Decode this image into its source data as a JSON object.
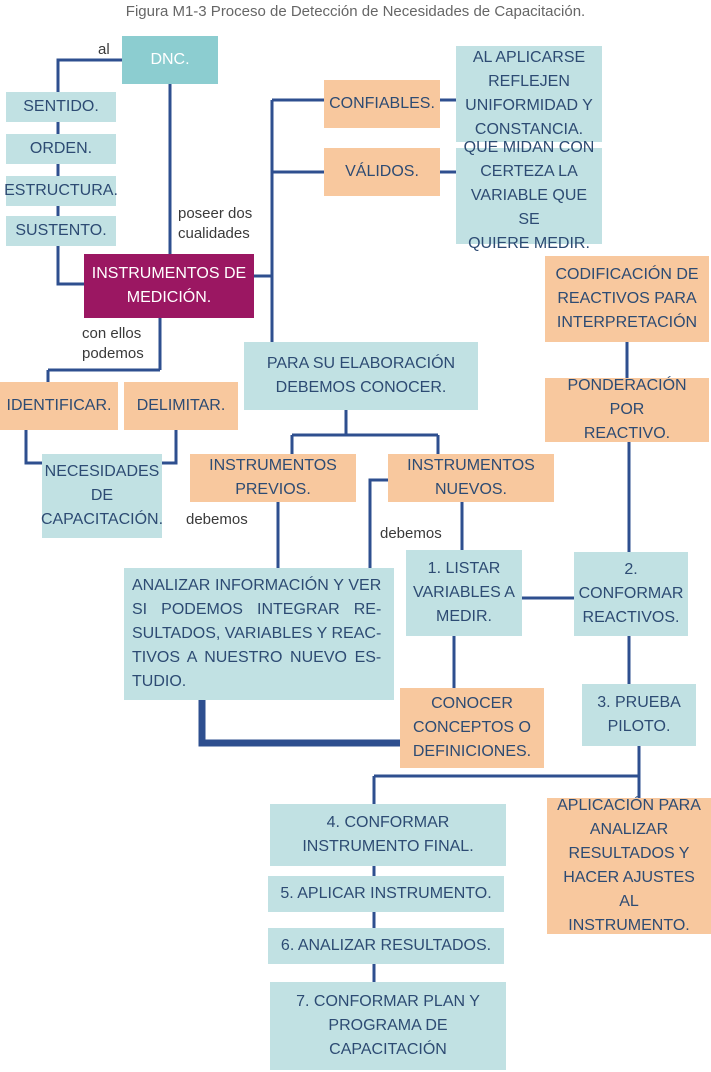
{
  "figure_title": "Figura M1-3 Proceso de Detección de Necesidades de Capacitación.",
  "colors": {
    "line": "#2e4f8f",
    "teal_box": "#c1e1e3",
    "orange_box": "#f8c89e",
    "dnc_box": "#8ccdd0",
    "magenta_box": "#9b1762",
    "box_text": "#2d4b73"
  },
  "nodes": {
    "dnc": "DNC.",
    "sentido": "SENTIDO.",
    "orden": "ORDEN.",
    "estructura": "ESTRUCTURA.",
    "sustento": "SUSTENTO.",
    "instrumentos_medicion": "INSTRUMENTOS DE\nMEDICIÓN.",
    "confiables": "CONFIABLES.",
    "confiables_desc": "AL APLICARSE\nREFLEJEN\nUNIFORMIDAD Y\nCONSTANCIA.",
    "validos": "VÁLIDOS.",
    "validos_desc": "QUE MIDAN CON\nCERTEZA LA\nVARIABLE QUE SE\nQUIERE MEDIR.",
    "identificar": "IDENTIFICAR.",
    "delimitar": "DELIMITAR.",
    "necesidades": "NECESIDADES\nDE\nCAPACITACIÓN.",
    "elaboracion": "PARA SU ELABORACIÓN\nDEBEMOS CONOCER.",
    "inst_previos": "INSTRUMENTOS\nPREVIOS.",
    "inst_nuevos": "INSTRUMENTOS\nNUEVOS.",
    "analizar_info": "ANALIZAR INFORMACIÓN Y VER\nSI PODEMOS INTEGRAR RE-\nSULTADOS, VARIABLES Y REAC-\nTIVOS A NUESTRO NUEVO ES-\nTUDIO.",
    "listar": "1. LISTAR\nVARIABLES A\nMEDIR.",
    "conformar_reactivos": "2.\nCONFORMAR\nREACTIVOS.",
    "conocer_conceptos": "CONOCER\nCONCEPTOS O\nDEFINICIONES.",
    "codificacion": "CODIFICACIÓN DE\nREACTIVOS PARA\nINTERPRETACIÓN",
    "ponderacion": "PONDERACIÓN POR\nREACTIVO.",
    "prueba_piloto": "3. PRUEBA\nPILOTO.",
    "aplicacion": "APLICACIÓN PARA\nANALIZAR\nRESULTADOS Y\nHACER AJUSTES AL\nINSTRUMENTO.",
    "conformar_final": "4. CONFORMAR\nINSTRUMENTO FINAL.",
    "aplicar": "5. APLICAR INSTRUMENTO.",
    "analizar_resultados": "6.  ANALIZAR RESULTADOS.",
    "conformar_plan": "7.  CONFORMAR PLAN Y\nPROGRAMA DE\nCAPACITACIÓN"
  },
  "edge_labels": {
    "al": "al",
    "poseer": "poseer dos\ncualidades",
    "con_ellos": "con ellos\npodemos",
    "debemos_1": "debemos",
    "debemos_2": "debemos"
  }
}
